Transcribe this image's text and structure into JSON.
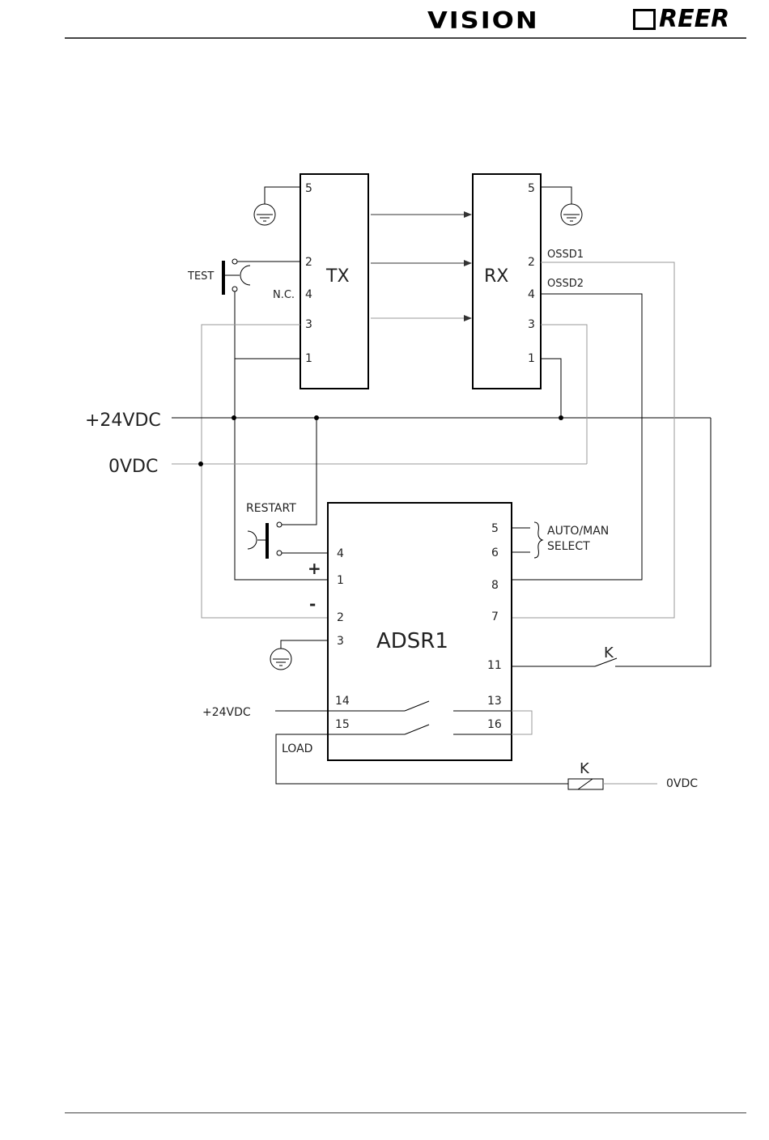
{
  "header": {
    "brand_left": "VISION",
    "brand_right": "REER"
  },
  "diagram": {
    "tx": {
      "title": "TX",
      "pins": {
        "p5": "5",
        "p2": "2",
        "p4": "4",
        "p3": "3",
        "p1": "1"
      },
      "nc_label": "N.C."
    },
    "rx": {
      "title": "RX",
      "pins": {
        "p5": "5",
        "p2": "2",
        "p4": "4",
        "p3": "3",
        "p1": "1"
      },
      "ossd1": "OSSD1",
      "ossd2": "OSSD2"
    },
    "test_label": "TEST",
    "supply_plus": "+24VDC",
    "supply_zero": "0VDC",
    "restart_label": "RESTART",
    "adsr": {
      "title": "ADSR1",
      "left_pins": {
        "p4": "4",
        "p1": "1",
        "p2": "2",
        "p3": "3",
        "p14": "14",
        "p15": "15"
      },
      "right_pins": {
        "p5": "5",
        "p6": "6",
        "p8": "8",
        "p7": "7",
        "p11": "11",
        "p13": "13",
        "p16": "16"
      },
      "plus_sign": "+",
      "minus_sign": "-",
      "auto_man": "AUTO/MAN",
      "select": "SELECT"
    },
    "k_contact": "K",
    "k_coil": "K",
    "small_plus": "+24VDC",
    "load_label": "LOAD",
    "small_zero": "0VDC"
  }
}
